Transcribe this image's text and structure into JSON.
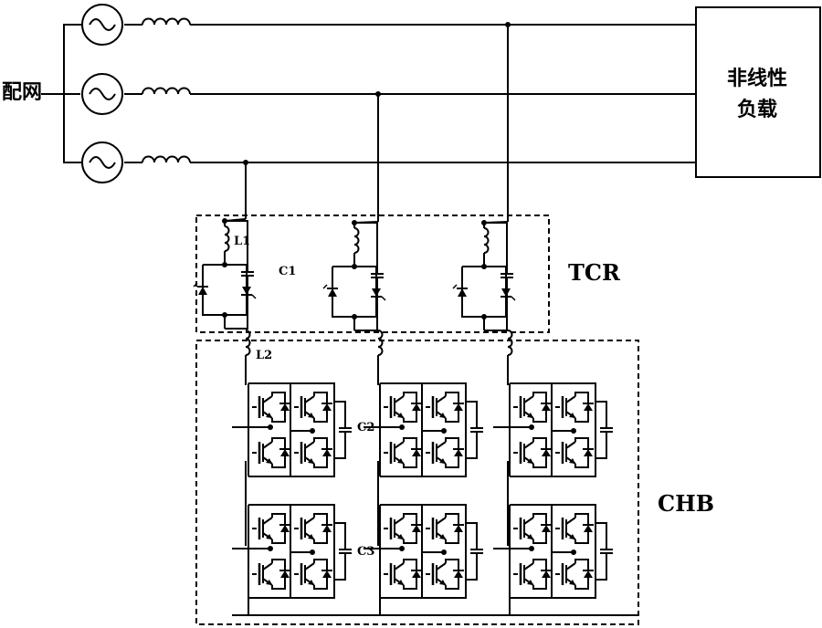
{
  "labels": {
    "grid": "配网",
    "load_line1": "非线性",
    "load_line2": "负载",
    "tcr": "TCR",
    "chb": "CHB",
    "l1": "L1",
    "c1": "C1",
    "l2": "L2",
    "c2": "C2",
    "c3": "C3"
  },
  "components": {
    "ac_source_icon": "sine-wave-in-circle",
    "inductor_icon": "coil",
    "thyristor_icon": "triangle-with-bar",
    "igbt_icon": "igbt-with-antiparallel-diode",
    "capacitor_icon": "parallel-plates"
  },
  "structure": {
    "phases": 3,
    "tcr_branches": 3,
    "chb_rows": 2,
    "chb_columns": 3,
    "switches_per_cell": 4
  }
}
